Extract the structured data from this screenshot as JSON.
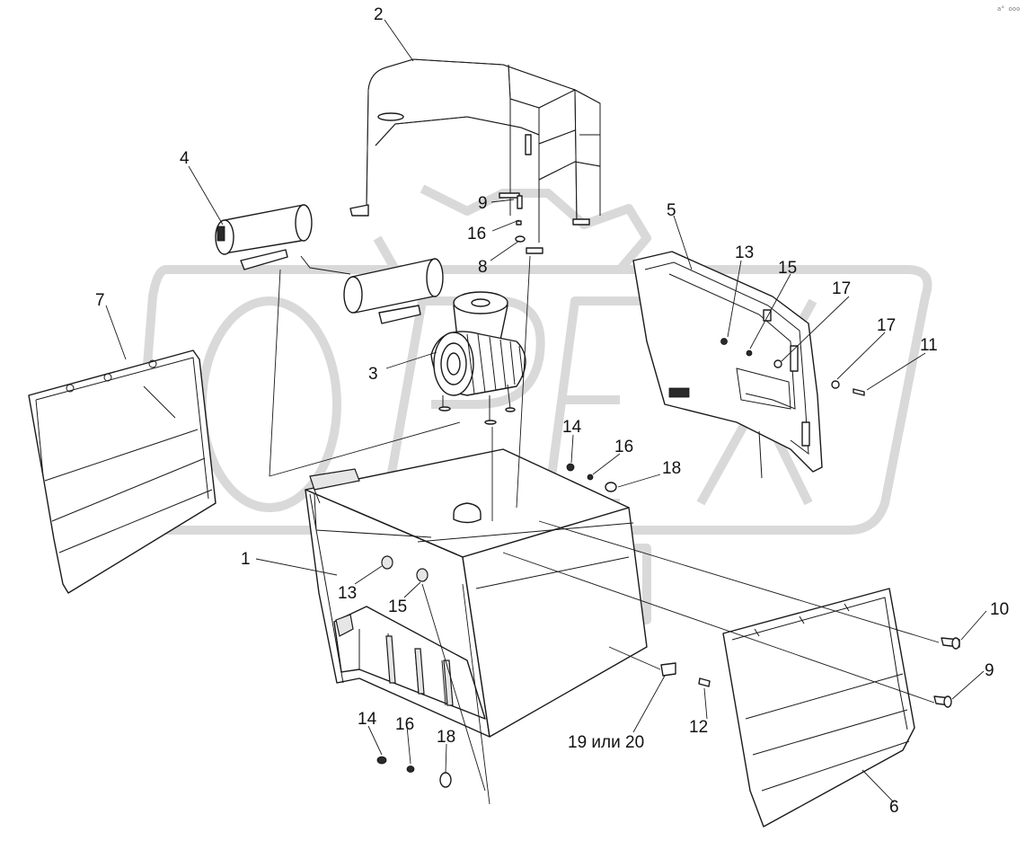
{
  "watermark": {
    "text": "OPEX",
    "color": "#d9d9d9"
  },
  "corner_mark": "a° ooo",
  "callouts": [
    {
      "id": "c1",
      "text": "1"
    },
    {
      "id": "c2",
      "text": "2"
    },
    {
      "id": "c3",
      "text": "3"
    },
    {
      "id": "c4",
      "text": "4"
    },
    {
      "id": "c5",
      "text": "5"
    },
    {
      "id": "c6",
      "text": "6"
    },
    {
      "id": "c7",
      "text": "7"
    },
    {
      "id": "c8",
      "text": "8"
    },
    {
      "id": "c9a",
      "text": "9"
    },
    {
      "id": "c9b",
      "text": "9"
    },
    {
      "id": "c10",
      "text": "10"
    },
    {
      "id": "c11",
      "text": "11"
    },
    {
      "id": "c12",
      "text": "12"
    },
    {
      "id": "c13a",
      "text": "13"
    },
    {
      "id": "c13b",
      "text": "13"
    },
    {
      "id": "c14a",
      "text": "14"
    },
    {
      "id": "c14b",
      "text": "14"
    },
    {
      "id": "c15a",
      "text": "15"
    },
    {
      "id": "c15b",
      "text": "15"
    },
    {
      "id": "c16a",
      "text": "16"
    },
    {
      "id": "c16b",
      "text": "16"
    },
    {
      "id": "c16c",
      "text": "16"
    },
    {
      "id": "c17a",
      "text": "17"
    },
    {
      "id": "c17b",
      "text": "17"
    },
    {
      "id": "c18a",
      "text": "18"
    },
    {
      "id": "c18b",
      "text": "18"
    },
    {
      "id": "c1920",
      "text": "19 или 20"
    }
  ]
}
